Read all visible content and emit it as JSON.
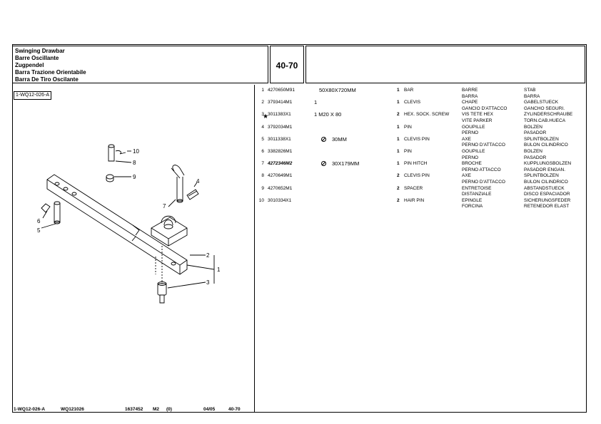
{
  "header": {
    "titles": [
      "Swinging Drawbar",
      "Barre Oscillante",
      "Zugpendel",
      "Barra Trazione Orientabile",
      "Barra De Tiro Oscilante"
    ],
    "page_number": "40-70"
  },
  "figure": {
    "label": "1-WQ12-026-A",
    "callouts": [
      "10",
      "8",
      "9",
      "4",
      "7",
      "6",
      "5",
      "2",
      "1",
      "3"
    ]
  },
  "parts": [
    {
      "idx": "1",
      "pn": "4270650M91",
      "dim": "50X80X720MM",
      "dim_circle": false,
      "qty": "1",
      "name": "BAR",
      "fr": [
        "BARRE",
        "BARRA"
      ],
      "de": [
        "STAB",
        "BARRA"
      ],
      "star": false,
      "italic": false
    },
    {
      "idx": "2",
      "pn": "3793414M1",
      "dim": "1",
      "dim_circle": false,
      "qty": "1",
      "name": "CLEVIS",
      "fr": [
        "CHAPE",
        "GANCIO D'ATTACCO"
      ],
      "de": [
        "GABELSTUECK",
        "GANCHO SEGURI."
      ],
      "star": false,
      "italic": false
    },
    {
      "idx": "3",
      "pn": "3011383X1",
      "dim": "1 M20 X 80",
      "dim_circle": false,
      "qty": "2",
      "name": "HEX. SOCK. SCREW",
      "fr": [
        "VIS TETE HEX",
        "VITE PARKER"
      ],
      "de": [
        "ZYLINDERSCHRAUBE",
        "TORN.CAB.HUECA"
      ],
      "star": true,
      "italic": false
    },
    {
      "idx": "4",
      "pn": "3792034M1",
      "dim": "",
      "dim_circle": false,
      "qty": "1",
      "name": "PIN",
      "fr": [
        "GOUPILLE",
        "PERNO"
      ],
      "de": [
        "BOLZEN",
        "PASADOR"
      ],
      "star": false,
      "italic": false
    },
    {
      "idx": "5",
      "pn": "3011338X1",
      "dim": "30MM",
      "dim_circle": true,
      "qty": "1",
      "name": "CLEVIS PIN",
      "fr": [
        "AXE",
        "PERNO D'ATTACCO"
      ],
      "de": [
        "SPLINTBOLZEN",
        "BULON CILINDRICO"
      ],
      "star": false,
      "italic": false
    },
    {
      "idx": "6",
      "pn": "3382826M1",
      "dim": "",
      "dim_circle": false,
      "qty": "1",
      "name": "PIN",
      "fr": [
        "GOUPILLE",
        "PERNO"
      ],
      "de": [
        "BOLZEN",
        "PASADOR"
      ],
      "star": false,
      "italic": false
    },
    {
      "idx": "7",
      "pn": "4272346M2",
      "dim": "30X179MM",
      "dim_circle": true,
      "qty": "1",
      "name": "PIN HITCH",
      "fr": [
        "BROCHE",
        "PERNO ATTACCO"
      ],
      "de": [
        "KUPPLUNGSBOLZEN",
        "PASADOR ENGAN."
      ],
      "star": false,
      "italic": true
    },
    {
      "idx": "8",
      "pn": "4270649M1",
      "dim": "",
      "dim_circle": false,
      "qty": "2",
      "name": "CLEVIS PIN",
      "fr": [
        "AXE",
        "PERNO D'ATTACCO"
      ],
      "de": [
        "SPLINTBOLZEN",
        "BULON CILINDRICO"
      ],
      "star": false,
      "italic": false
    },
    {
      "idx": "9",
      "pn": "4270652M1",
      "dim": "",
      "dim_circle": false,
      "qty": "2",
      "name": "SPACER",
      "fr": [
        "ENTRETOISE",
        "DISTANZIALE"
      ],
      "de": [
        "ABSTANDSTUECK",
        "DISCO ESPACIADOR"
      ],
      "star": false,
      "italic": false
    },
    {
      "idx": "10",
      "pn": "3010334X1",
      "dim": "",
      "dim_circle": false,
      "qty": "2",
      "name": "HAIR PIN",
      "fr": [
        "EPINGLE",
        "FORCINA"
      ],
      "de": [
        "SICHERUNGSFEDER",
        "RETENEDOR ELAST"
      ],
      "star": false,
      "italic": false
    }
  ],
  "footer": {
    "figure_ref": "1-WQ12-026-A",
    "code": "WQ121026",
    "number": "1637452",
    "model": "M2",
    "rev": "(0)",
    "date": "04/05",
    "page": "40-70"
  }
}
